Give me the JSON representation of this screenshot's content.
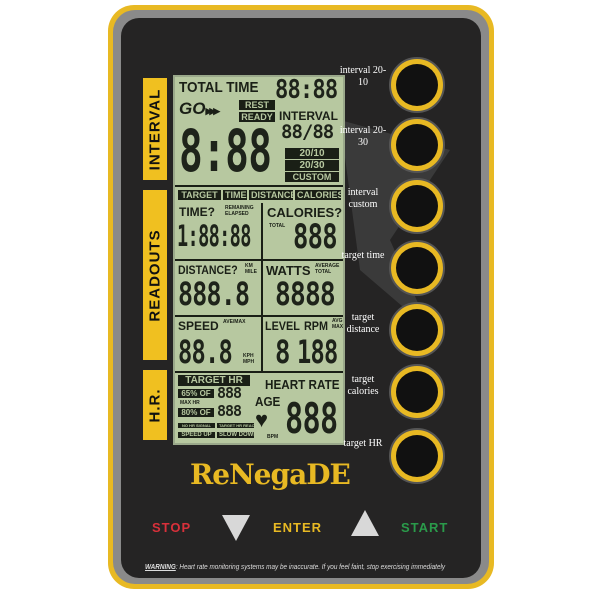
{
  "tabs": [
    "INTERVAL",
    "READOUTS",
    "H.R."
  ],
  "interval": {
    "total_time": "TOTAL TIME",
    "total_digits": "88:88",
    "go": "GO",
    "rest": "REST",
    "ready": "READY",
    "main_digits": "8:88",
    "interval_label": "INTERVAL",
    "interval_digits": "88/88",
    "presets": [
      "20/10",
      "20/30",
      "CUSTOM"
    ]
  },
  "readouts": {
    "targets": [
      "TARGET",
      "TIME",
      "DISTANCE",
      "CALORIES"
    ],
    "time": "TIME?",
    "time_sub": [
      "REMAINING",
      "ELAPSED"
    ],
    "time_digits": "1:88:88",
    "calories": "CALORIES?",
    "calories_sub": "TOTAL",
    "calories_digits": "888",
    "distance": "DISTANCE?",
    "distance_sub": [
      "KM",
      "MILE"
    ],
    "distance_digits": "888.8",
    "watts": "WATTS",
    "watts_sub": [
      "AVERAGE",
      "TOTAL"
    ],
    "watts_digits": "8888",
    "speed": "SPEED",
    "speed_sub": "AVE/MAX",
    "speed_digits": "88.8",
    "speed_units": [
      "KPH",
      "MPH"
    ],
    "level": "LEVEL",
    "level_digit": "8",
    "rpm": "RPM",
    "rpm_sub": [
      "AVG",
      "MAX"
    ],
    "rpm_digits": "188"
  },
  "hr": {
    "target_hr": "TARGET HR",
    "pct65": "65% OF",
    "max_hr": "MAX HR",
    "pct80": "80% OF",
    "d1": "888",
    "d2": "888",
    "heart_rate": "HEART RATE",
    "age": "AGE",
    "bpm": "BPM",
    "hr_digits": "888",
    "no_signal": "NO HR SIGNAL",
    "target_reached": "TARGET HR REACHED",
    "speed_up": "SPEED UP",
    "slow_down": "SLOW DOWN"
  },
  "buttons": [
    {
      "label": "interval 20-10"
    },
    {
      "label": "interval 20-30"
    },
    {
      "label": "interval custom"
    },
    {
      "label": "target time"
    },
    {
      "label": "target distance"
    },
    {
      "label": "target calories"
    },
    {
      "label": "target HR"
    }
  ],
  "logo": "ReNegaDE",
  "controls": {
    "stop": "STOP",
    "enter": "ENTER",
    "start": "START"
  },
  "warning": {
    "label": "WARNING",
    "text": ": Heart rate monitoring systems may be inaccurate. If you feel faint, stop exercising immediately"
  },
  "colors": {
    "stop": "#d8303a",
    "enter": "#e8b923",
    "start": "#2a9a4a",
    "frame": "#e8b923",
    "lcd": "#b7c8a0"
  }
}
